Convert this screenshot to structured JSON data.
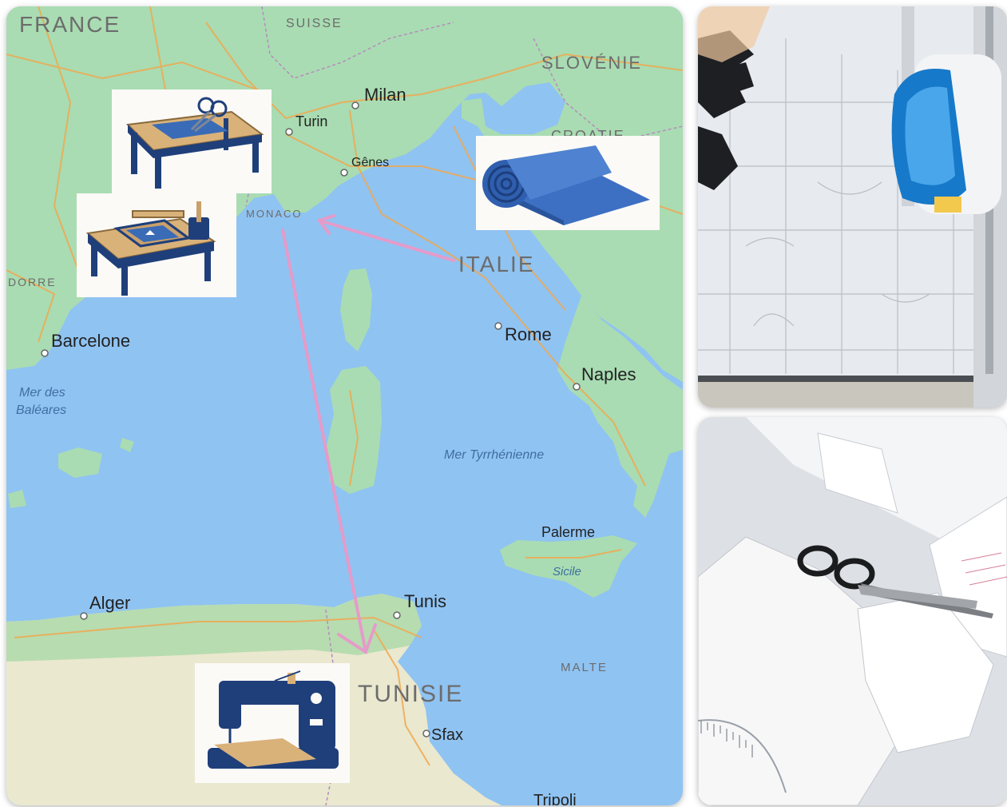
{
  "map": {
    "countries": {
      "france": "FRANCE",
      "suisse": "SUISSE",
      "slovenie": "SLOVÉNIE",
      "croatie": "CROATIE",
      "italie": "ITALIE",
      "tunisie": "TUNISIE",
      "monaco": "MONACO",
      "malte": "MALTE",
      "andorre": "DORRE"
    },
    "cities": {
      "milan": "Milan",
      "turin": "Turin",
      "genes": "Gênes",
      "rome": "Rome",
      "naples": "Naples",
      "barcelone": "Barcelone",
      "palerme": "Palerme",
      "alger": "Alger",
      "tunis": "Tunis",
      "sfax": "Sfax",
      "tripoli": "Tripoli"
    },
    "seas": {
      "baleares_1": "Mer des",
      "baleares_2": "Baléares",
      "tyrrhenienne": "Mer Tyrrhénienne",
      "sicile": "Sicile"
    },
    "route_color": "#e59bc9",
    "illustrations": [
      "cutting-table-icon",
      "printing-table-icon",
      "fabric-roll-icon",
      "sewing-machine-icon"
    ]
  },
  "photos": [
    "fabric-cutting-machine-photo",
    "paper-patterns-scissors-photo"
  ]
}
